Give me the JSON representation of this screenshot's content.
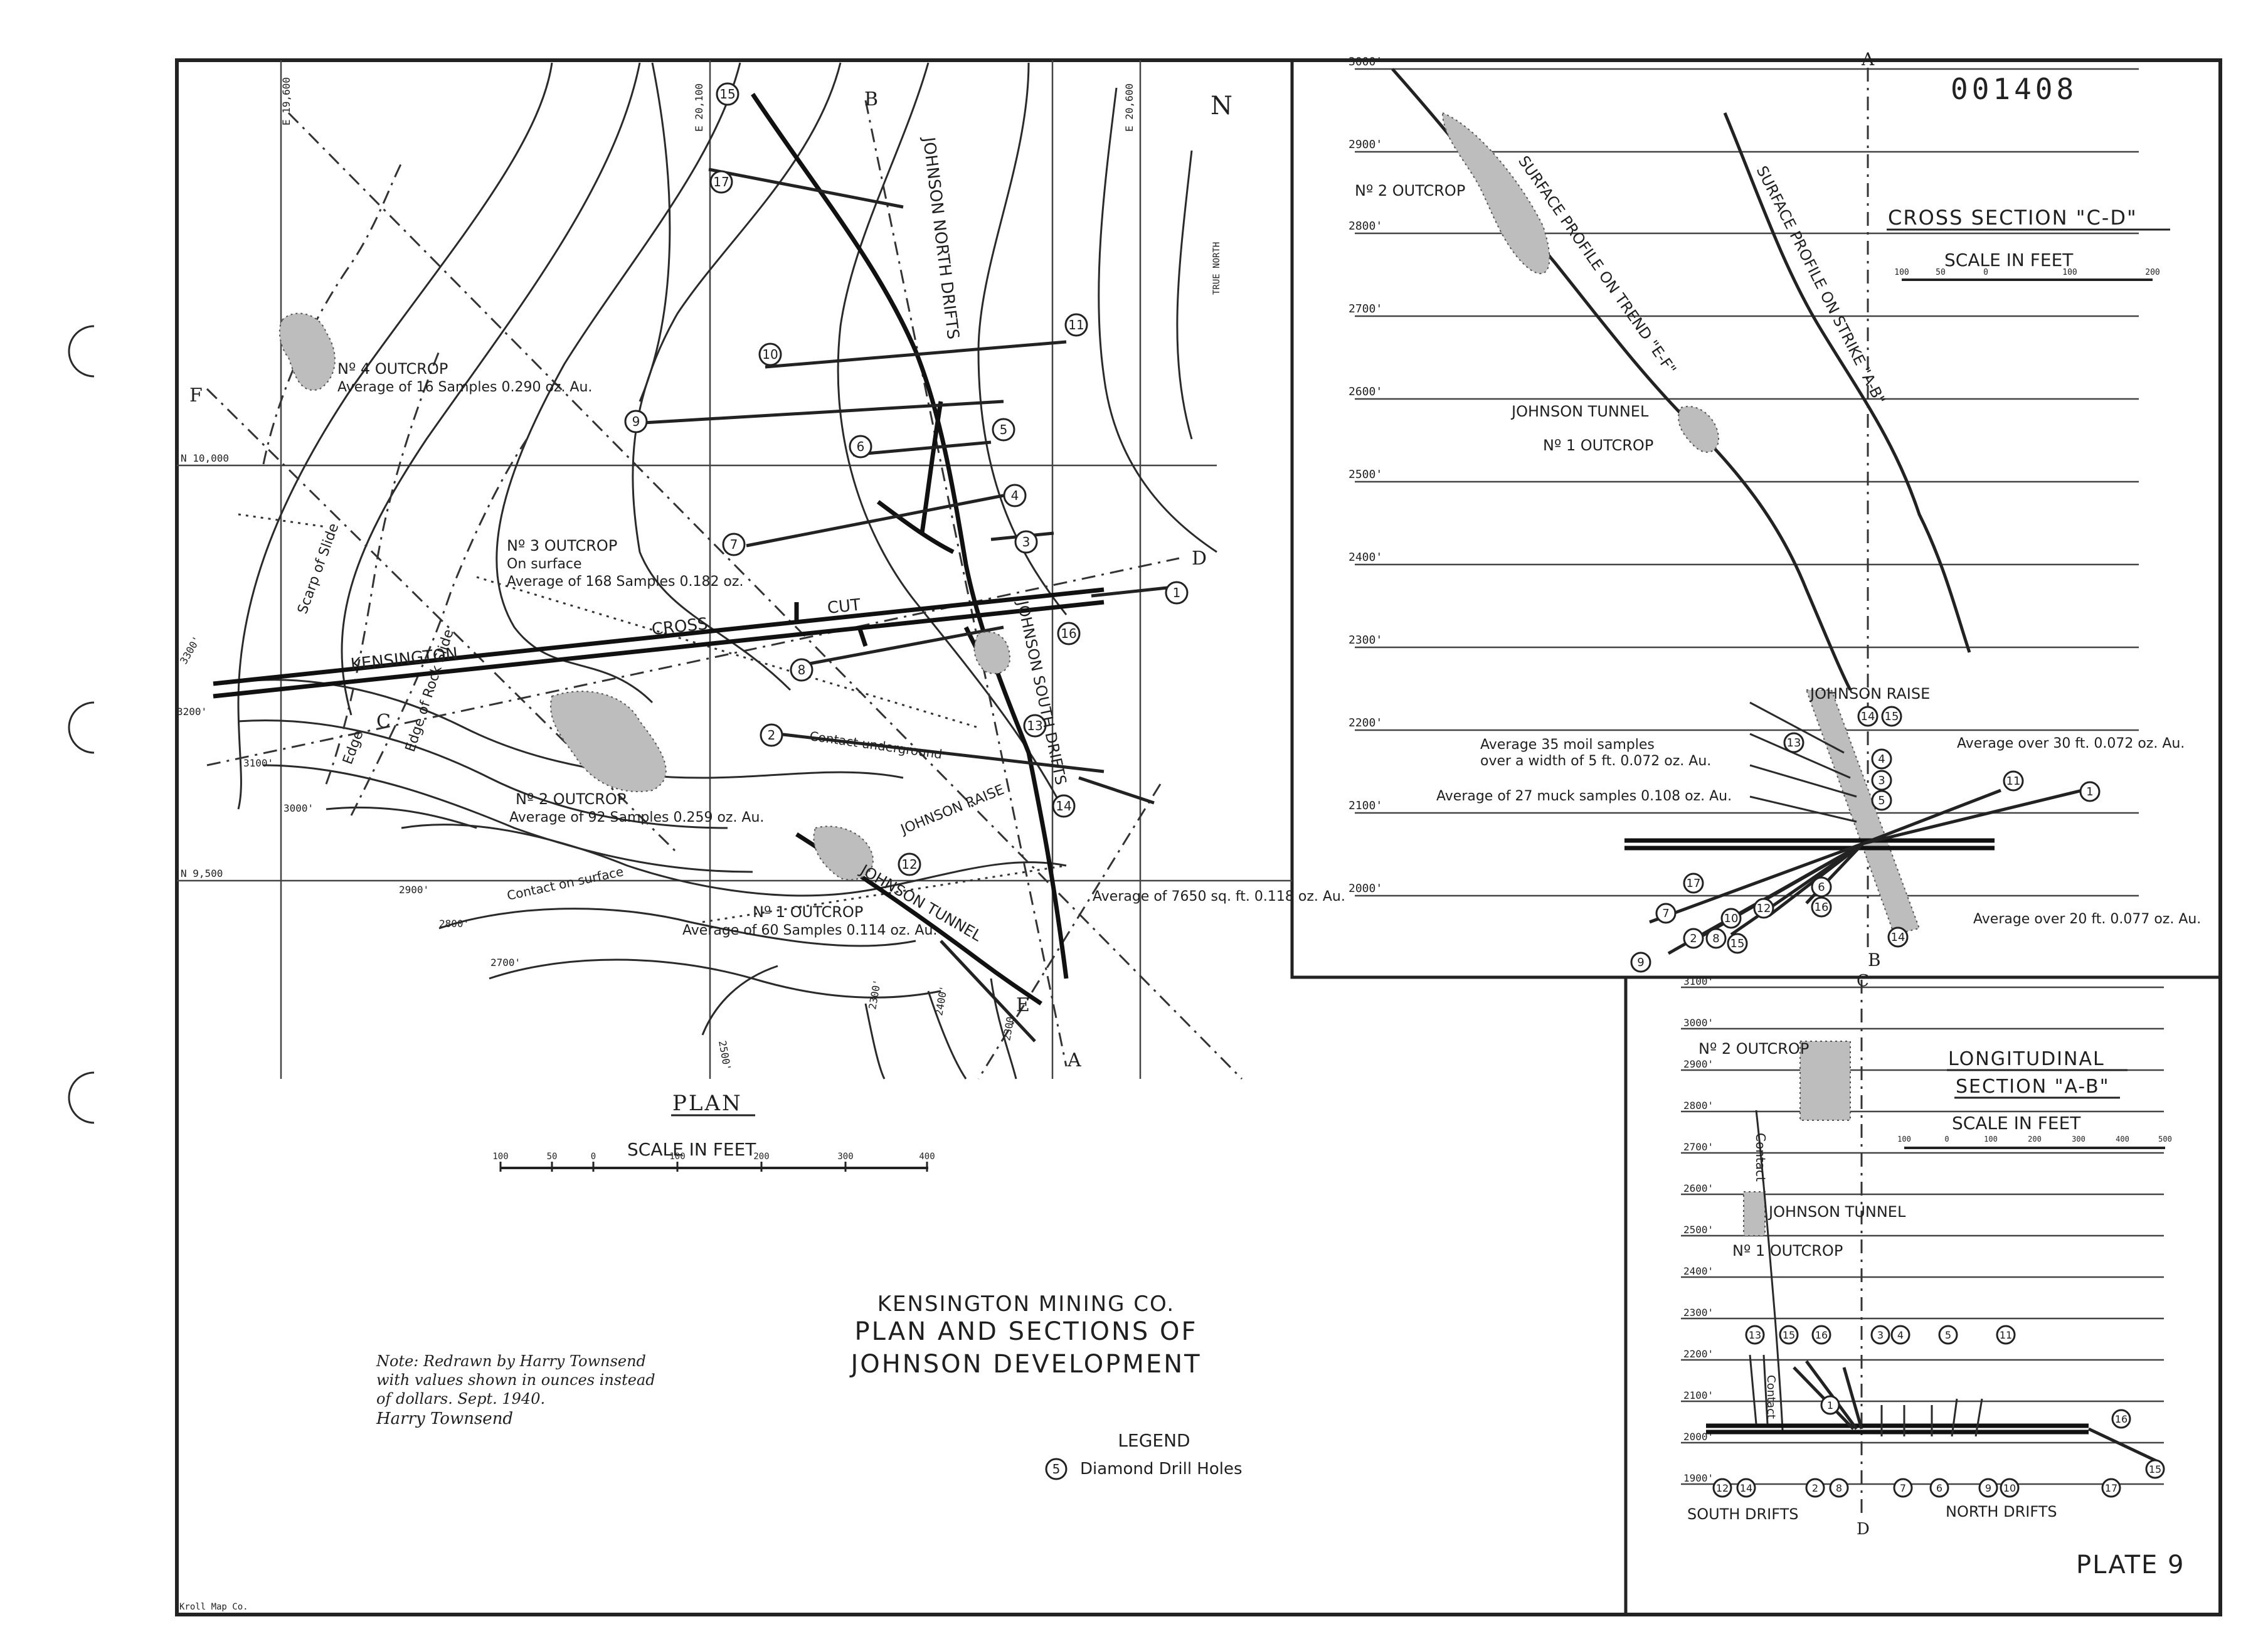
{
  "sheet_number": "001408",
  "plan": {
    "title": "PLAN",
    "scale_title": "SCALE IN FEET",
    "scale_ticks": [
      "100",
      "50",
      "0",
      "100",
      "200",
      "300",
      "400"
    ],
    "north": "N",
    "true_north": "TRUE NORTH",
    "coord_labels": [
      "E 19,600",
      "E 20,100",
      "E 20,600",
      "N 10,000",
      "N 9,500"
    ],
    "contour_labels": [
      "3300'",
      "3200'",
      "3100'",
      "3000'",
      "2900'",
      "2800'",
      "2700'",
      "2500'",
      "2300'",
      "2400'",
      "2300'"
    ],
    "outcrops": {
      "no4_name": "Nº 4 OUTCROP",
      "no4_avg": "Average of 16 Samples 0.290 oz. Au.",
      "no3_name": "Nº 3 OUTCROP",
      "no3_sub": "On surface",
      "no3_avg": "Average of 168 Samples 0.182 oz.",
      "no2_name": "Nº 2 OUTCROP",
      "no2_avg": "Average of 92 Samples 0.259 oz. Au.",
      "no1_name": "Nº 1 OUTCROP",
      "no1_avg": "Average of 60 Samples 0.114 oz. Au."
    },
    "features": {
      "johnson_north_drifts": "JOHNSON NORTH DRIFTS",
      "johnson_south_drifts": "JOHNSON SOUTH DRIFTS",
      "kensington": "KENSINGTON",
      "cross": "CROSS",
      "cut": "CUT",
      "johnson_raise": "JOHNSON RAISE",
      "johnson_tunnel": "JOHNSON TUNNEL",
      "contact_underground": "Contact underground",
      "contact_surface": "Contact on surface",
      "scarp": "Scarp of Slide",
      "edge_rock_slide": "Edge of Rock Slide",
      "edge": "Edge",
      "avg_drift": "Average of 7650 sq. ft. 0.118 oz. Au.",
      "line_letters": [
        "A",
        "B",
        "C",
        "D",
        "E",
        "F"
      ]
    },
    "drill_holes": [
      "1",
      "2",
      "3",
      "4",
      "5",
      "6",
      "7",
      "8",
      "9",
      "10",
      "11",
      "12",
      "13",
      "14",
      "15",
      "16",
      "17"
    ]
  },
  "cross_section": {
    "title": "CROSS SECTION \"C-D\"",
    "scale_title": "SCALE IN FEET",
    "scale_ticks": [
      "100",
      "50",
      "0",
      "100",
      "200"
    ],
    "elevations": [
      "3000'",
      "2900'",
      "2800'",
      "2700'",
      "2600'",
      "2500'",
      "2400'",
      "2300'",
      "2200'",
      "2100'",
      "2000'"
    ],
    "no2_outcrop": "Nº 2 OUTCROP",
    "surface_profile_trend": "SURFACE PROFILE ON TREND \"E-F\"",
    "surface_profile_strike": "SURFACE PROFILE ON STRIKE \"A-B\"",
    "johnson_tunnel": "JOHNSON TUNNEL",
    "no1_outcrop": "Nº 1 OUTCROP",
    "johnson_raise": "JOHNSON RAISE",
    "avg_moil_1": "Average 35 moil samples",
    "avg_moil_2": "over a width of 5 ft. 0.072 oz. Au.",
    "avg_muck": "Average of 27 muck samples 0.108 oz. Au.",
    "avg_30ft": "Average over 30 ft. 0.072 oz. Au.",
    "avg_20ft": "Average over 20 ft. 0.077 oz. Au.",
    "letters": [
      "A",
      "B"
    ]
  },
  "longitudinal": {
    "title_1": "LONGITUDINAL",
    "title_2": "SECTION \"A-B\"",
    "scale_title": "SCALE IN FEET",
    "scale_ticks": [
      "100",
      "0",
      "100",
      "200",
      "300",
      "400",
      "500"
    ],
    "elevations": [
      "3100'",
      "3000'",
      "2900'",
      "2800'",
      "2700'",
      "2600'",
      "2500'",
      "2400'",
      "2300'",
      "2200'",
      "2100'",
      "2000'",
      "1900'"
    ],
    "no2_outcrop": "Nº 2 OUTCROP",
    "contact": "Contact",
    "johnson_tunnel": "JOHNSON TUNNEL",
    "no1_outcrop": "Nº 1 OUTCROP",
    "south_drifts": "SOUTH DRIFTS",
    "north_drifts": "NORTH DRIFTS",
    "letters": [
      "C",
      "D"
    ]
  },
  "title_block": {
    "company": "KENSINGTON MINING CO.",
    "line1": "PLAN AND SECTIONS OF",
    "line2": "JOHNSON DEVELOPMENT"
  },
  "legend": {
    "title": "LEGEND",
    "symbol": "5",
    "item": "Diamond Drill Holes"
  },
  "note": {
    "line1": "Note: Redrawn by Harry Townsend",
    "line2": "with values shown in ounces instead",
    "line3": "of dollars. Sept. 1940.",
    "signature": "Harry Townsend"
  },
  "plate": "PLATE 9",
  "maker": "Kroll Map Co."
}
